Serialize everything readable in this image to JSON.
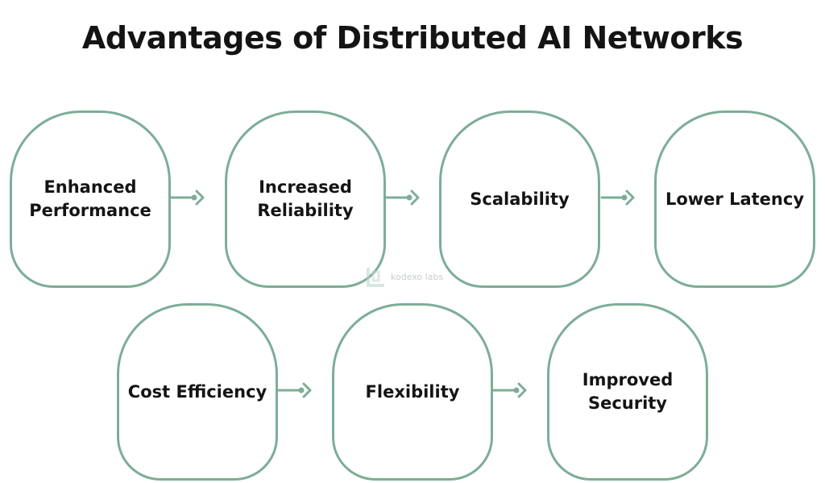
{
  "title": "Advantages of Distributed AI Networks",
  "accent_color": "#7dad97",
  "watermark": {
    "text": "kodexo labs",
    "icon": "kodexo-logo-icon"
  },
  "row1": [
    {
      "label": "Enhanced\nPerformance"
    },
    {
      "label": "Increased\nReliability"
    },
    {
      "label": "Scalability"
    },
    {
      "label": "Lower Latency"
    }
  ],
  "row2": [
    {
      "label": "Cost Efficiency"
    },
    {
      "label": "Flexibility"
    },
    {
      "label": "Improved\nSecurity"
    }
  ],
  "connector_icon": "arrow-right-icon"
}
